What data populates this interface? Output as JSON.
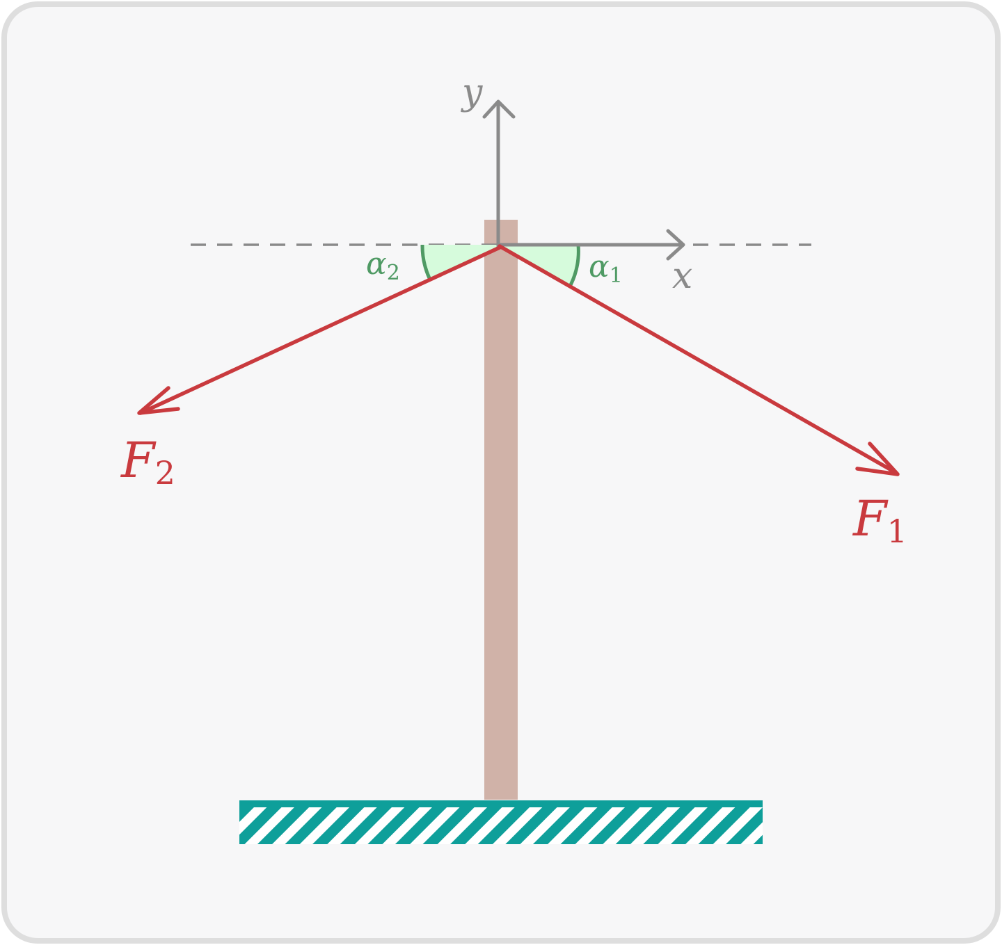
{
  "colors": {
    "panel_bg": "#f7f7f8",
    "panel_border": "#dedede",
    "pole": "#d0b2a8",
    "force": "#c93a3e",
    "axis": "#8a8a8a",
    "angle": "#4f9a64",
    "angle_fill": "#d6fbdc",
    "ground": "#0e9f9a"
  },
  "labels": {
    "x_axis": "x",
    "y_axis": "y",
    "force1": {
      "main": "F",
      "sub": "1"
    },
    "force2": {
      "main": "F",
      "sub": "2"
    },
    "angle1": {
      "main": "α",
      "sub": "1"
    },
    "angle2": {
      "main": "α",
      "sub": "2"
    }
  }
}
